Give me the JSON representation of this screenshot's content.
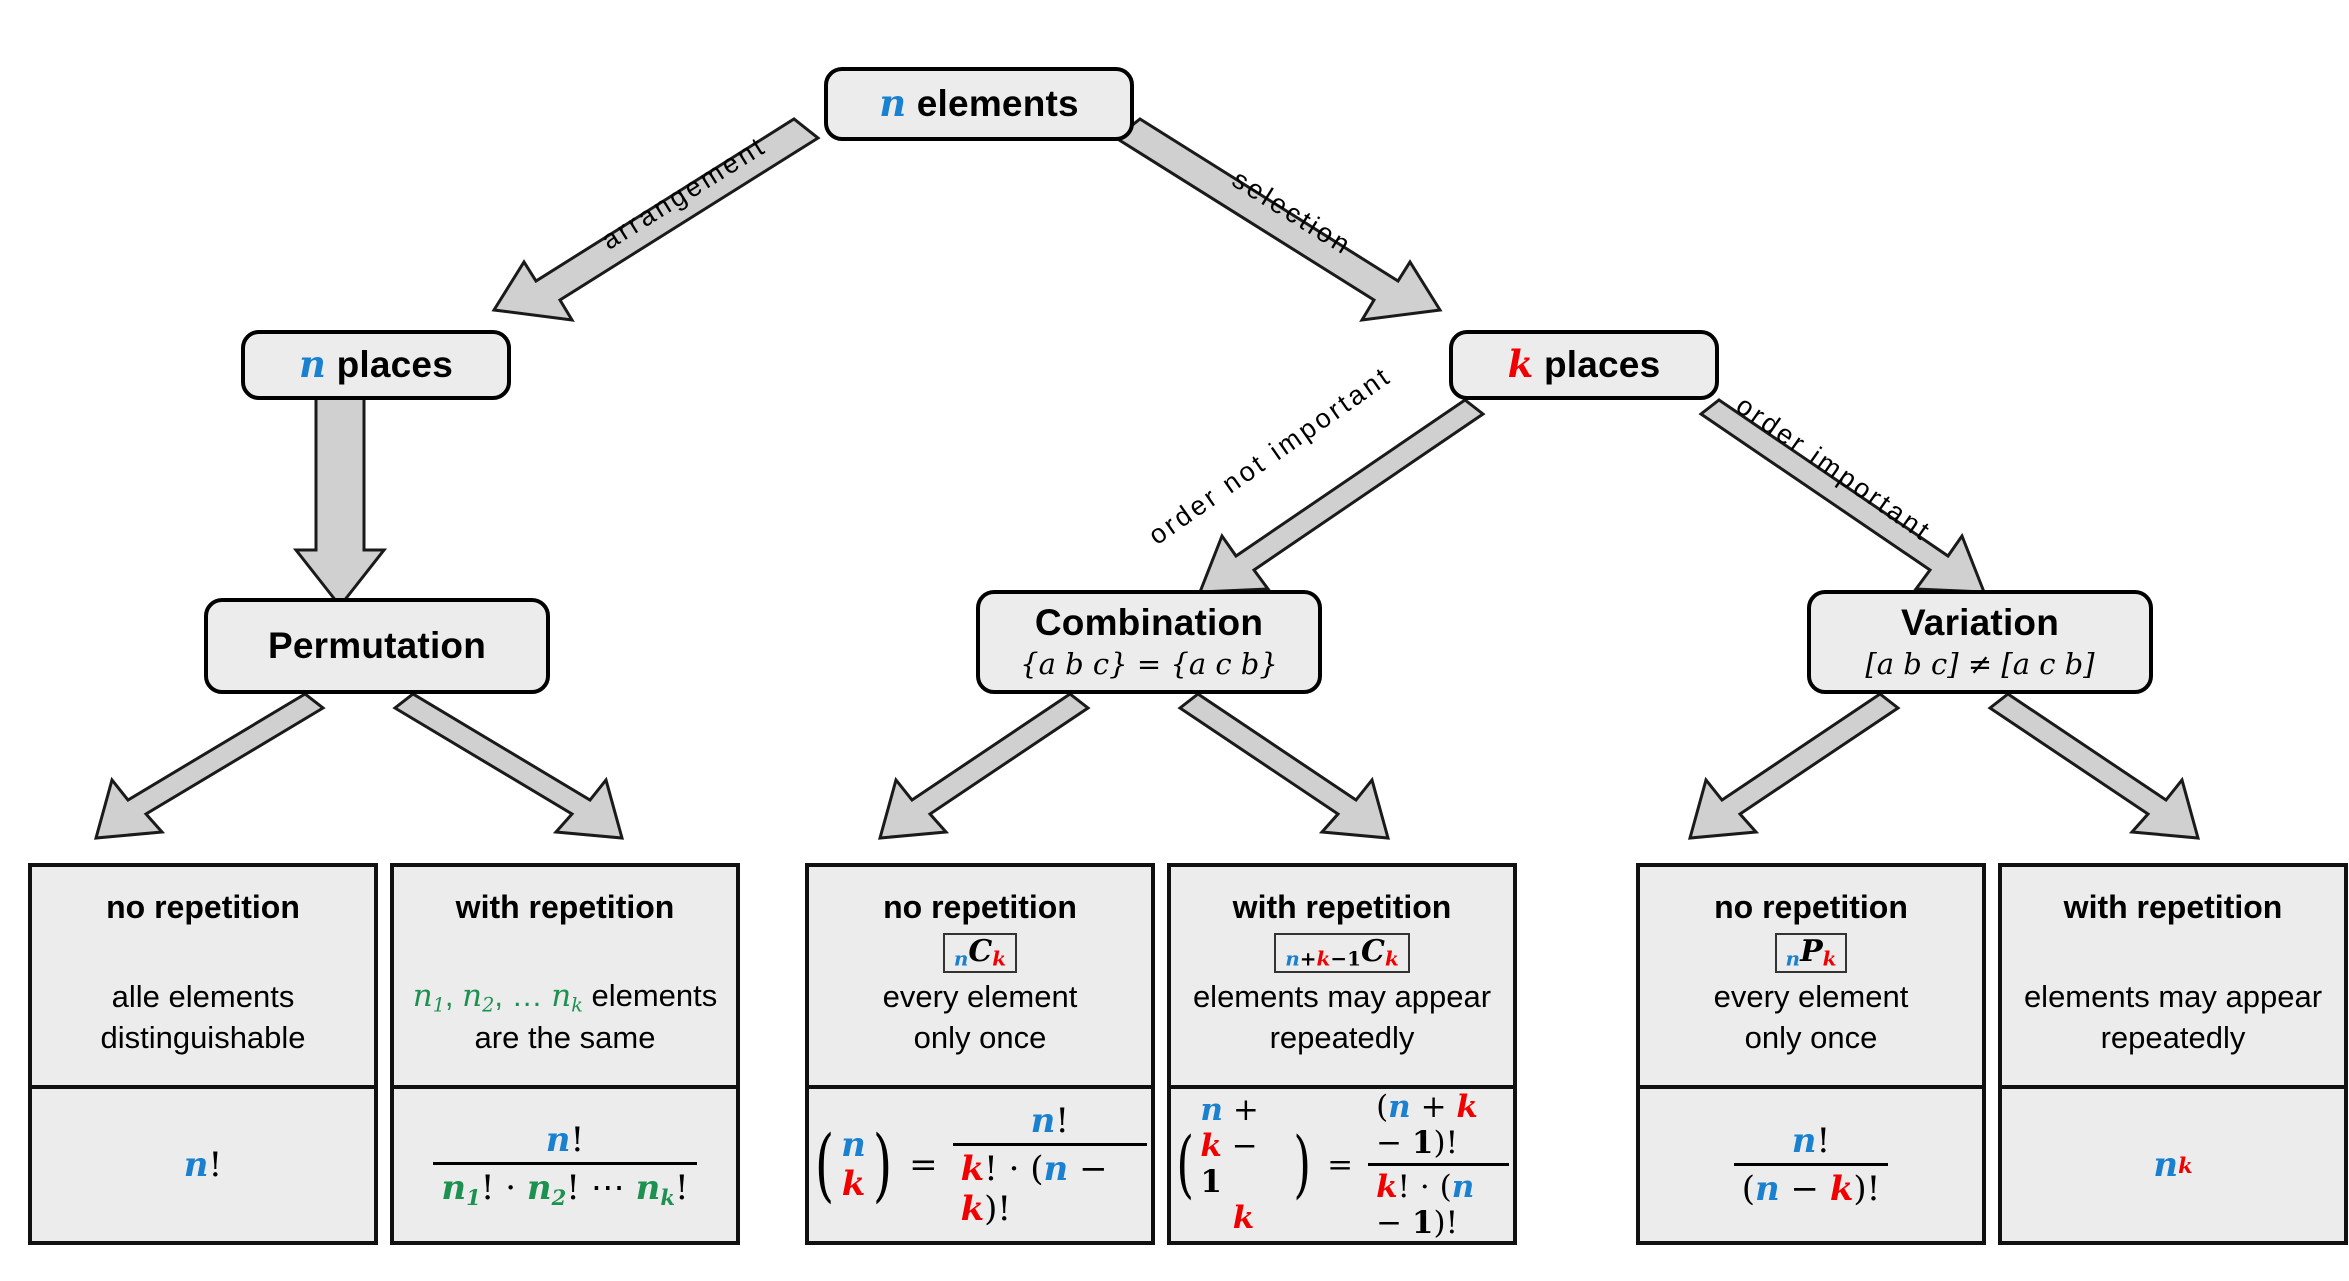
{
  "diagram": {
    "title": "Combinatorics decision tree",
    "colors": {
      "n": "#1a80d0",
      "k": "#f20000",
      "green": "#1d9150",
      "box_fill": "#ececec",
      "arrow_fill": "#d0d0d0",
      "stroke": "#000000"
    }
  },
  "root": {
    "var": "n",
    "label": "elements"
  },
  "edges": {
    "arrangement": "arrangement",
    "selection": "selection",
    "order_not_important": "order not important",
    "order_important": "order important"
  },
  "places": {
    "n": {
      "var": "n",
      "label": "places"
    },
    "k": {
      "var": "k",
      "label": "places"
    }
  },
  "categories": [
    {
      "name": "Permutation",
      "example": ""
    },
    {
      "name": "Combination",
      "example": "{a b c} = {a c b}",
      "set_open": "{",
      "set_close": "}",
      "items": "a b c",
      "items2": "a c b",
      "op": "="
    },
    {
      "name": "Variation",
      "example": "[a b c] ≠ [a c b]",
      "set_open": "[",
      "set_close": "]",
      "items": "a b c",
      "items2": "a c b",
      "op": "≠"
    }
  ],
  "leaves": [
    {
      "id": "permutation-no-repetition",
      "head": "no repetition",
      "notation": "",
      "desc_line1": "alle elements",
      "desc_line2": "distinguishable",
      "formula": "n!"
    },
    {
      "id": "permutation-with-repetition",
      "head": "with repetition",
      "notation": "",
      "desc_line1": "n₁, n₂, … nₖ elements",
      "desc_line2": "are the same",
      "formula": "n! / (n₁! · n₂! ⋯ nₖ!)"
    },
    {
      "id": "combination-no-repetition",
      "head": "no repetition",
      "notation": "nCk",
      "desc_line1": "every element",
      "desc_line2": "only once",
      "formula": "(n choose k) = n! / (k! · (n − k)!)"
    },
    {
      "id": "combination-with-repetition",
      "head": "with repetition",
      "notation": "n+k−1Ck",
      "desc_line1": "elements may appear",
      "desc_line2": "repeatedly",
      "formula": "(n+k−1 choose k) = (n+k−1)! / (k! · (n−1)!)"
    },
    {
      "id": "variation-no-repetition",
      "head": "no repetition",
      "notation": "nPk",
      "desc_line1": "every element",
      "desc_line2": "only once",
      "formula": "n! / (n − k)!"
    },
    {
      "id": "variation-with-repetition",
      "head": "with repetition",
      "notation": "",
      "desc_line1": "elements may appear",
      "desc_line2": "repeatedly",
      "formula": "n^k"
    }
  ],
  "symbols": {
    "n": "n",
    "k": "k",
    "C": "C",
    "P": "P",
    "fact": "!",
    "dot": "·",
    "ellipsis": "⋯",
    "plus": "+",
    "minus": "−",
    "one": "1",
    "eq": "=",
    "n1": "n",
    "n2": "n",
    "nk": "n",
    "s1": "1",
    "s2": "2",
    "sk": "k",
    "comma": ",",
    "dots": "…"
  }
}
